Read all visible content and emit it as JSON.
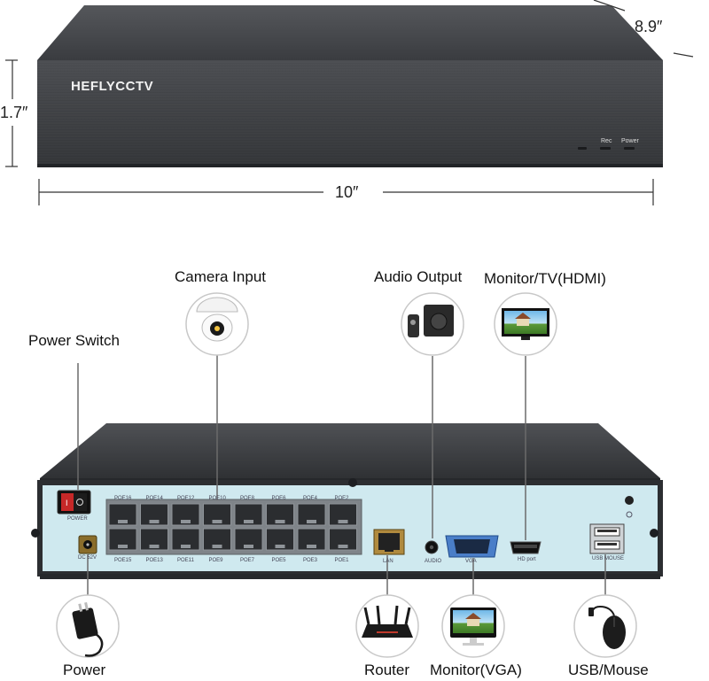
{
  "device": {
    "brand": "HEFLYCCTV",
    "front_indicators": [
      "Rec",
      "Power"
    ]
  },
  "dimensions": {
    "height": "1.7″",
    "width": "10″",
    "depth": "8.9″"
  },
  "connections": {
    "camera_input": "Camera Input",
    "audio_output": "Audio Output",
    "monitor_hdmi": "Monitor/TV(HDMI)",
    "power_switch": "Power Switch",
    "power": "Power",
    "router": "Router",
    "monitor_vga": "Monitor(VGA)",
    "usb_mouse": "USB/Mouse"
  },
  "ports": {
    "poe_top": [
      "POE16",
      "POE14",
      "POE12",
      "POE10",
      "POE8",
      "POE6",
      "POE4",
      "POE2"
    ],
    "poe_bottom": [
      "POE15",
      "POE13",
      "POE11",
      "POE9",
      "POE7",
      "POE5",
      "POE3",
      "POE1"
    ],
    "power_label": "POWER",
    "dc_label": "DC 52V",
    "lan": "LAN",
    "audio": "AUDIO",
    "vga": "VGA",
    "hdmi": "HD port",
    "usb": "USB MOUSE"
  },
  "colors": {
    "case_dark": "#3d3f43",
    "rear_panel": "#cfe9ef",
    "leader_line": "#6b6b6b"
  }
}
